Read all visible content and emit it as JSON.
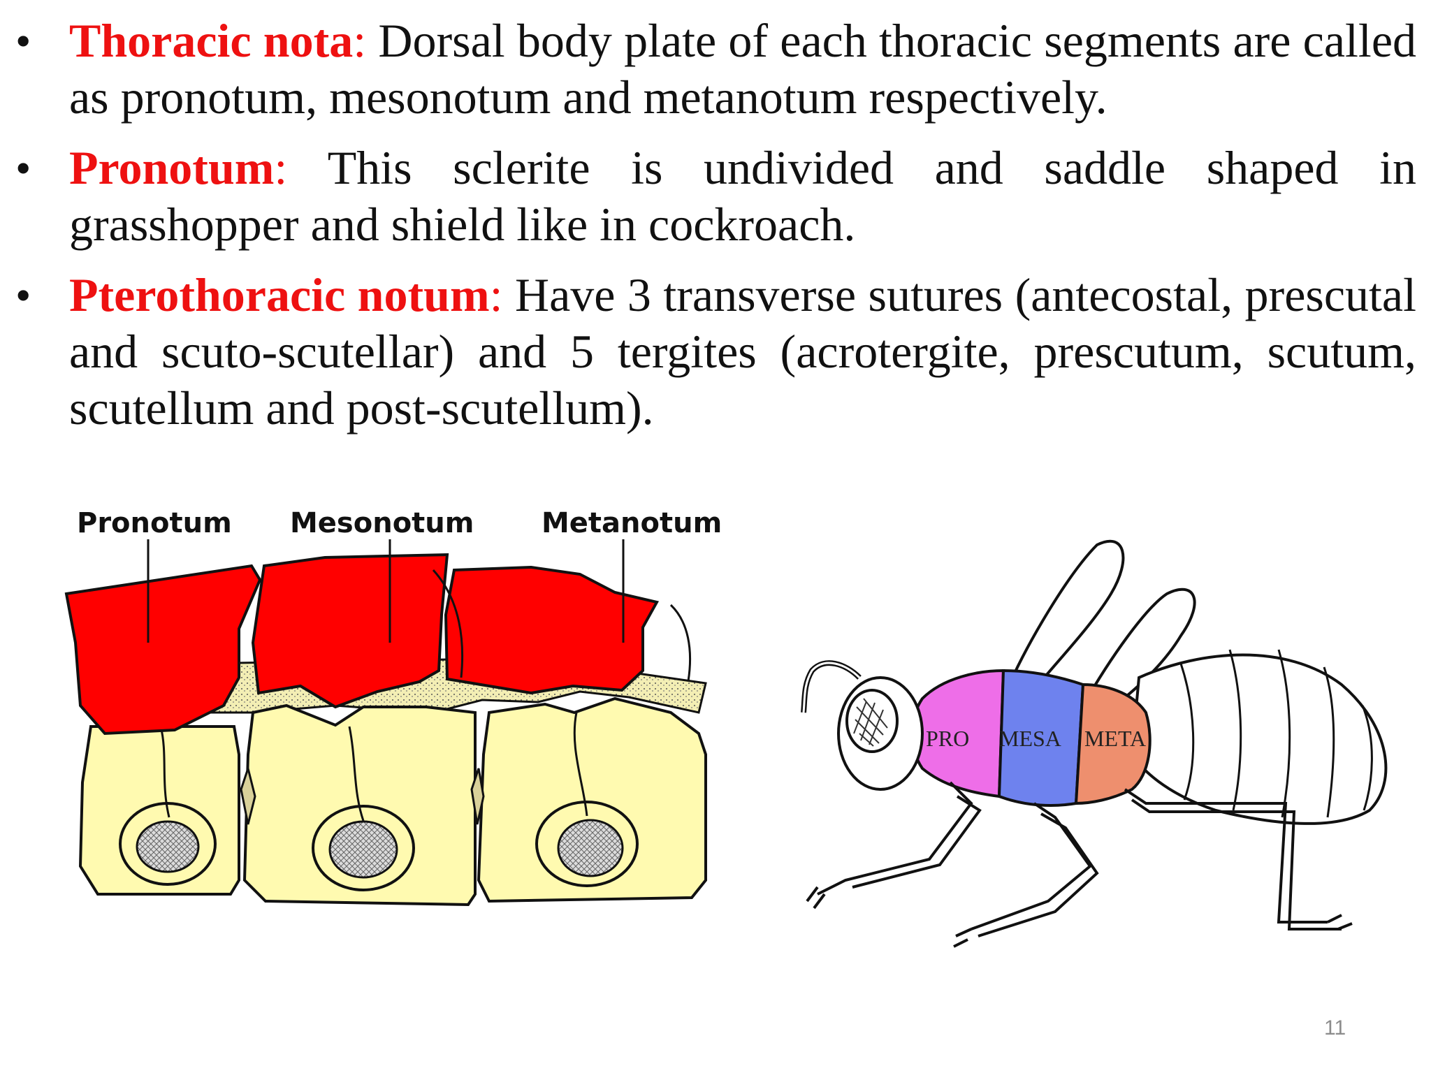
{
  "bullets": [
    {
      "term": "Thoracic nota",
      "colon": ":",
      "text": " Dorsal body plate of each thoracic segments are called as pronotum, mesonotum and metanotum respectively."
    },
    {
      "term": "Pronotum",
      "colon": ":",
      "text": " This sclerite is undivided and saddle shaped in grasshopper and shield like in cockroach."
    },
    {
      "term": "Pterothoracic notum",
      "colon": ":",
      "text": " Have 3 transverse sutures (antecostal, prescutal and scuto-scutellar) and 5 tergites (acrotergite, prescutum, scutum, scutellum and post-scutellum)."
    }
  ],
  "figure_left": {
    "labels": {
      "pronotum": "Pronotum",
      "mesonotum": "Mesonotum",
      "metanotum": "Metanotum"
    },
    "colors": {
      "notum": "#ff0000",
      "pleuron": "#fffab0",
      "membrane": "#f3eeb4"
    }
  },
  "figure_right": {
    "labels": {
      "pro": "PRO",
      "mesa": "MESA",
      "meta": "META"
    },
    "colors": {
      "pro": "#ee6ee8",
      "mesa": "#6e82ee",
      "meta": "#ee8f6e"
    }
  },
  "page_number": "11"
}
